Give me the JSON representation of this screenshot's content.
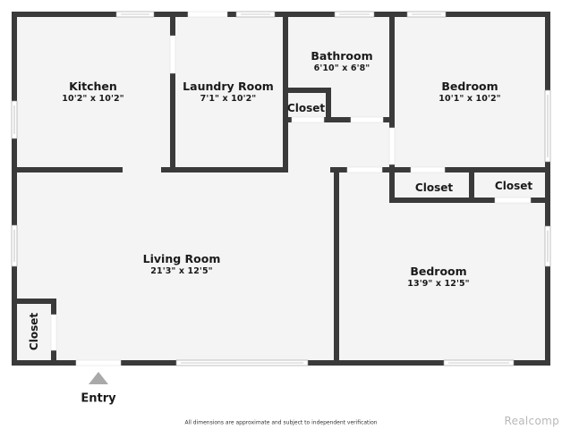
{
  "colors": {
    "wall": "#3a3a3a",
    "floor": "#f4f4f4",
    "window": "#ffffff",
    "window_line": "#9a9a9a",
    "entry_arrow": "#a9a9a9",
    "brand": "#b8b8b8"
  },
  "rooms": [
    {
      "name": "Kitchen",
      "dimensions": "10'2\" x 10'2\""
    },
    {
      "name": "Laundry Room",
      "dimensions": "7'1\" x 10'2\""
    },
    {
      "name": "Bathroom",
      "dimensions": "6'10\" x 6'8\""
    },
    {
      "name": "Bedroom",
      "dimensions": "10'1\" x 10'2\""
    },
    {
      "name": "Living Room",
      "dimensions": "21'3\" x 12'5\""
    },
    {
      "name": "Bedroom",
      "dimensions": "13'9\" x 12'5\""
    }
  ],
  "closets": [
    {
      "label": "Closet",
      "location": "bathroom"
    },
    {
      "label": "Closet",
      "location": "bedroom-1-left"
    },
    {
      "label": "Closet",
      "location": "bedroom-1-right"
    },
    {
      "label": "Closet",
      "location": "living-room"
    }
  ],
  "entry": {
    "label": "Entry",
    "icon": "triangle-up-icon"
  },
  "footer": {
    "disclaimer": "All dimensions are approximate and subject to independent verification",
    "brand": "Realcomp"
  }
}
